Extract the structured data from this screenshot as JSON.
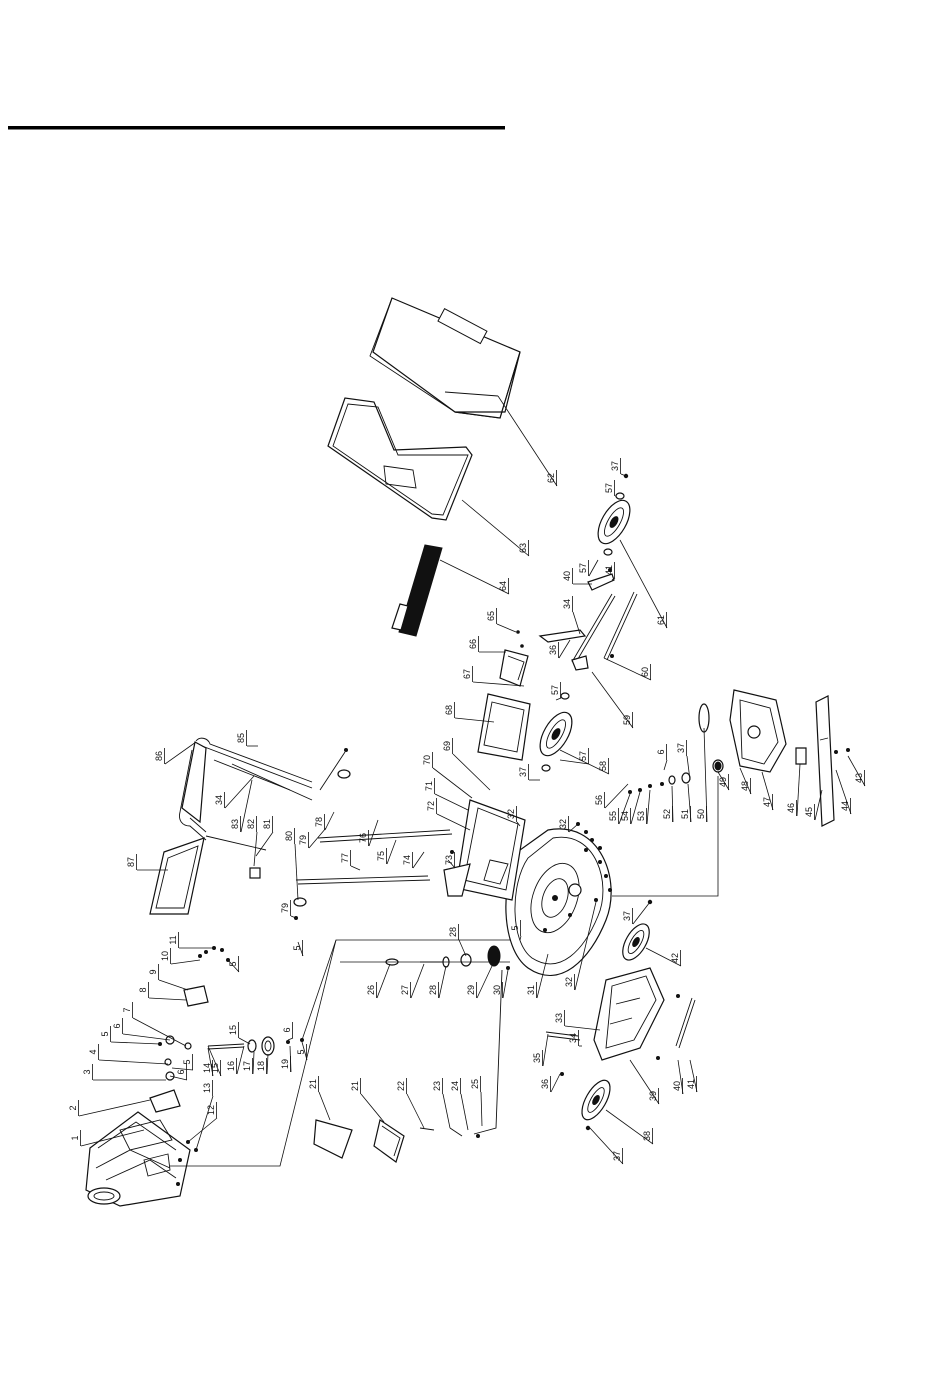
{
  "diagram": {
    "brand_on_bag": "",
    "parts": [
      {
        "id": "1"
      },
      {
        "id": "2"
      },
      {
        "id": "3"
      },
      {
        "id": "4"
      },
      {
        "id": "5"
      },
      {
        "id": "6"
      },
      {
        "id": "7"
      },
      {
        "id": "8"
      },
      {
        "id": "9"
      },
      {
        "id": "10"
      },
      {
        "id": "11"
      },
      {
        "id": "12"
      },
      {
        "id": "13"
      },
      {
        "id": "14"
      },
      {
        "id": "15"
      },
      {
        "id": "16"
      },
      {
        "id": "17"
      },
      {
        "id": "18"
      },
      {
        "id": "19"
      },
      {
        "id": "21"
      },
      {
        "id": "22"
      },
      {
        "id": "23"
      },
      {
        "id": "24"
      },
      {
        "id": "25"
      },
      {
        "id": "26"
      },
      {
        "id": "27"
      },
      {
        "id": "28"
      },
      {
        "id": "29"
      },
      {
        "id": "30"
      },
      {
        "id": "31"
      },
      {
        "id": "32"
      },
      {
        "id": "33"
      },
      {
        "id": "34"
      },
      {
        "id": "35"
      },
      {
        "id": "36"
      },
      {
        "id": "37"
      },
      {
        "id": "38"
      },
      {
        "id": "39"
      },
      {
        "id": "40"
      },
      {
        "id": "41"
      },
      {
        "id": "42"
      },
      {
        "id": "43"
      },
      {
        "id": "44"
      },
      {
        "id": "45"
      },
      {
        "id": "46"
      },
      {
        "id": "47"
      },
      {
        "id": "48"
      },
      {
        "id": "49"
      },
      {
        "id": "50"
      },
      {
        "id": "51"
      },
      {
        "id": "52"
      },
      {
        "id": "53"
      },
      {
        "id": "54"
      },
      {
        "id": "55"
      },
      {
        "id": "56"
      },
      {
        "id": "57"
      },
      {
        "id": "58"
      },
      {
        "id": "59"
      },
      {
        "id": "60"
      },
      {
        "id": "61"
      },
      {
        "id": "62"
      },
      {
        "id": "63"
      },
      {
        "id": "64"
      },
      {
        "id": "65"
      },
      {
        "id": "66"
      },
      {
        "id": "67"
      },
      {
        "id": "68"
      },
      {
        "id": "69"
      },
      {
        "id": "70"
      },
      {
        "id": "71"
      },
      {
        "id": "72"
      },
      {
        "id": "73"
      },
      {
        "id": "74"
      },
      {
        "id": "75"
      },
      {
        "id": "76"
      },
      {
        "id": "77"
      },
      {
        "id": "78"
      },
      {
        "id": "79"
      },
      {
        "id": "80"
      },
      {
        "id": "81"
      },
      {
        "id": "82"
      },
      {
        "id": "83"
      },
      {
        "id": "85"
      },
      {
        "id": "86"
      },
      {
        "id": "87"
      }
    ]
  }
}
